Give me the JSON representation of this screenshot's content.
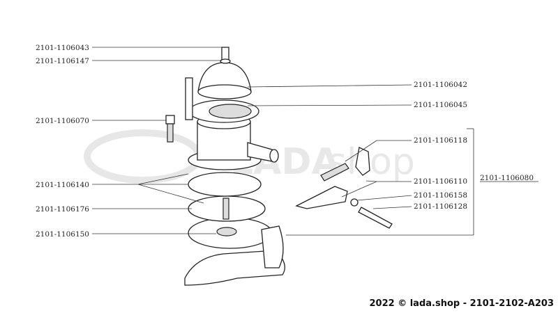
{
  "diagram": {
    "watermark": "LADAshop",
    "left_labels": [
      "2101-1106043",
      "2101-1106147",
      "2101-1106070",
      "2101-1106140",
      "2101-1106176",
      "2101-1106150"
    ],
    "right_labels": [
      "2101-1106042",
      "2101-1106045",
      "2101-1106118",
      "2101-1106110",
      "2101-1106158",
      "2101-1106128"
    ],
    "assembly_label": "2101-1106080"
  },
  "footer": {
    "text": "2022 © lada.shop - 2101-2102-A203"
  }
}
